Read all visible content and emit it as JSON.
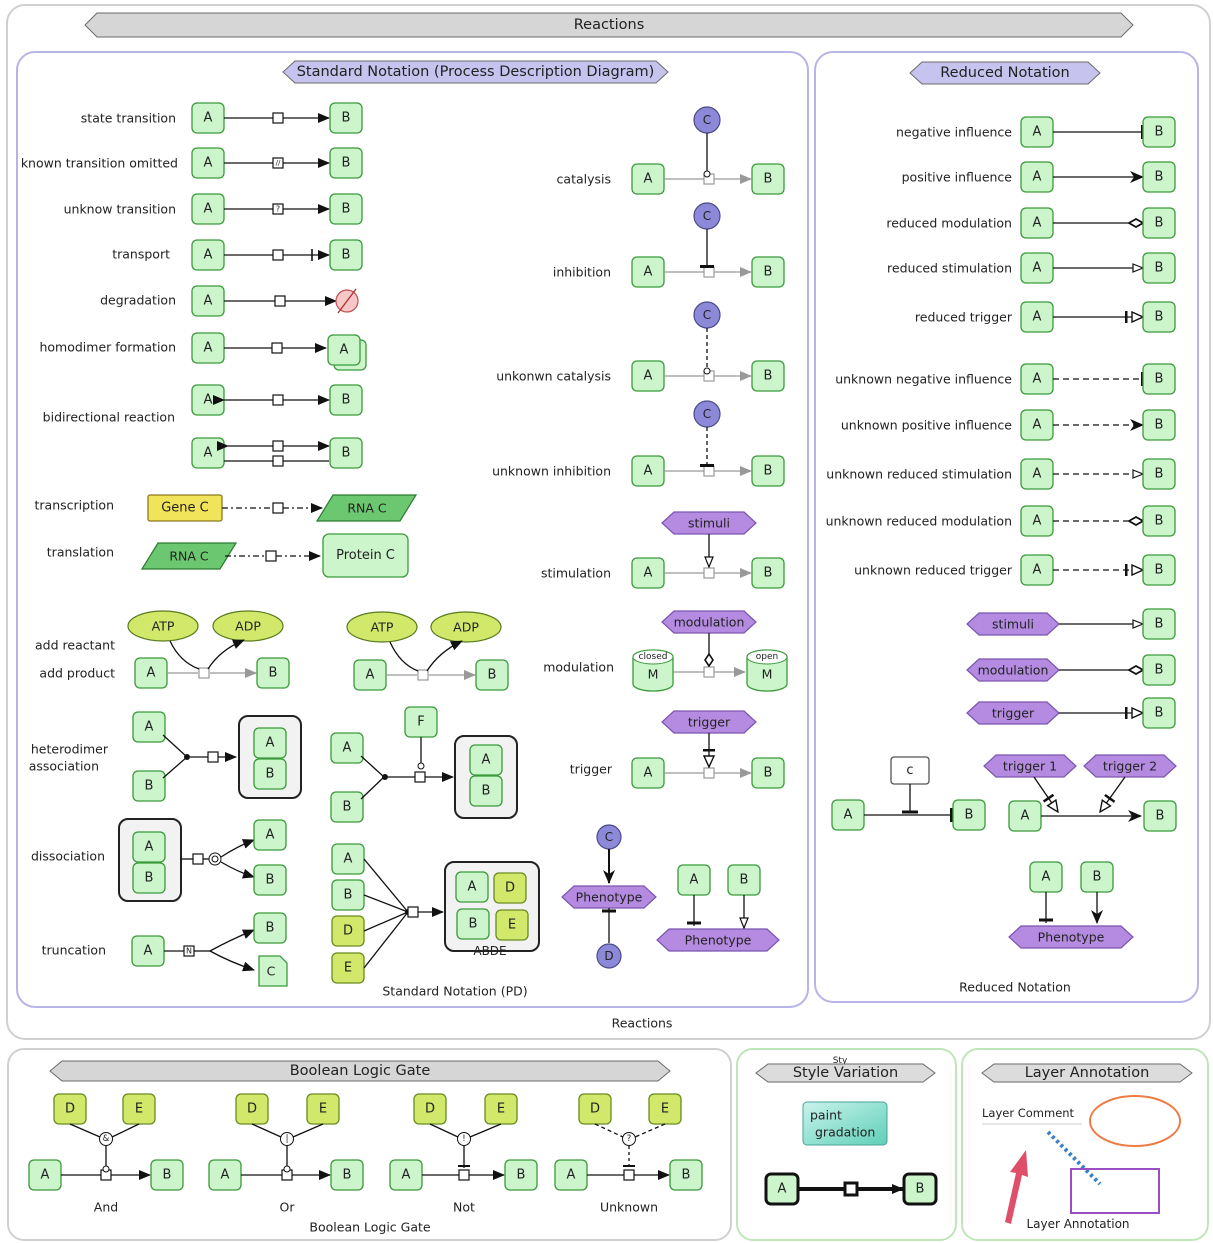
{
  "titles": {
    "reactions": "Reactions",
    "standard": "Standard Notation (Process Description Diagram)",
    "reduced": "Reduced Notation",
    "boolean": "Boolean Logic Gate",
    "style": "Style Variation",
    "layer": "Layer Annotation"
  },
  "captions": {
    "reactions": "Reactions",
    "standard": "Standard Notation (PD)",
    "reduced": "Reduced Notation",
    "boolean": "Boolean Logic Gate",
    "style_overlap": "Sty"
  },
  "standard_labels": {
    "state_transition": "state transition",
    "known_transition_omitted": "known transition omitted",
    "unknow_transition": "unknow transition",
    "transport": "transport",
    "degradation": "degradation",
    "homodimer_formation": "homodimer formation",
    "bidirectional_reaction": "bidirectional reaction",
    "transcription": "transcription",
    "translation": "translation",
    "add_reactant": "add reactant",
    "add_product": "add product",
    "heterodimer_1": "heterodimer",
    "heterodimer_2": "association",
    "dissociation": "dissociation",
    "truncation": "truncation",
    "catalysis": "catalysis",
    "inhibition": "inhibition",
    "unknown_catalysis": "unkonwn catalysis",
    "unknown_inhibition": "unknown inhibition",
    "stimulation": "stimulation",
    "modulation": "modulation",
    "trigger": "trigger"
  },
  "reduced_labels": {
    "negative_influence": "negative influence",
    "positive_influence": "positive influence",
    "reduced_modulation": "reduced modulation",
    "reduced_stimulation": "reduced stimulation",
    "reduced_trigger": "reduced trigger",
    "unknown_negative_influence": "unknown negative influence",
    "unknown_positive_influence": "unknown positive influence",
    "unknown_reduced_stimulation": "unknown reduced stimulation",
    "unknown_reduced_modulation": "unknown reduced modulation",
    "unknown_reduced_trigger": "unknown reduced trigger"
  },
  "gate_labels": {
    "and": "And",
    "or": "Or",
    "not": "Not",
    "unknown": "Unknown"
  },
  "node_text": {
    "a": "A",
    "b": "B",
    "c": "C",
    "d": "D",
    "e": "E",
    "f": "F",
    "m": "M",
    "n": "N",
    "c_small": "c",
    "gene_c": "Gene C",
    "rna_c": "RNA C",
    "protein_c": "Protein C",
    "atp": "ATP",
    "adp": "ADP",
    "stimuli": "stimuli",
    "modulation": "modulation",
    "trigger": "trigger",
    "trigger_1": "trigger 1",
    "trigger_2": "trigger 2",
    "phenotype": "Phenotype",
    "closed": "closed",
    "open": "open",
    "abde": "ABDE",
    "paint_1": "paint",
    "paint_2": "gradation",
    "gate_and": "&",
    "gate_or": "|",
    "gate_not": "!",
    "gate_unknown": "?",
    "omitted": "//",
    "unknown": "?"
  },
  "annotation_text": {
    "layer_comment": "Layer Comment",
    "layer_annotation": "Layer Annotation"
  },
  "colors": {
    "node_fill": "#ccf5cc",
    "node_stroke": "#3a9a3a",
    "purple_fill": "#b48be0",
    "purple_stroke": "#7a55b0",
    "blue_ball": "#8c8ad8",
    "yellow_green": "#d2e86a",
    "gene_yellow": "#f2e45a",
    "rna_green": "#6cc870",
    "panel_border": "#b8b4e6",
    "panel_bg_border": "#d0d0d0",
    "green_border": "#bfe6b8",
    "accent_red": "#e04f6a",
    "orange": "#ee7a44"
  }
}
